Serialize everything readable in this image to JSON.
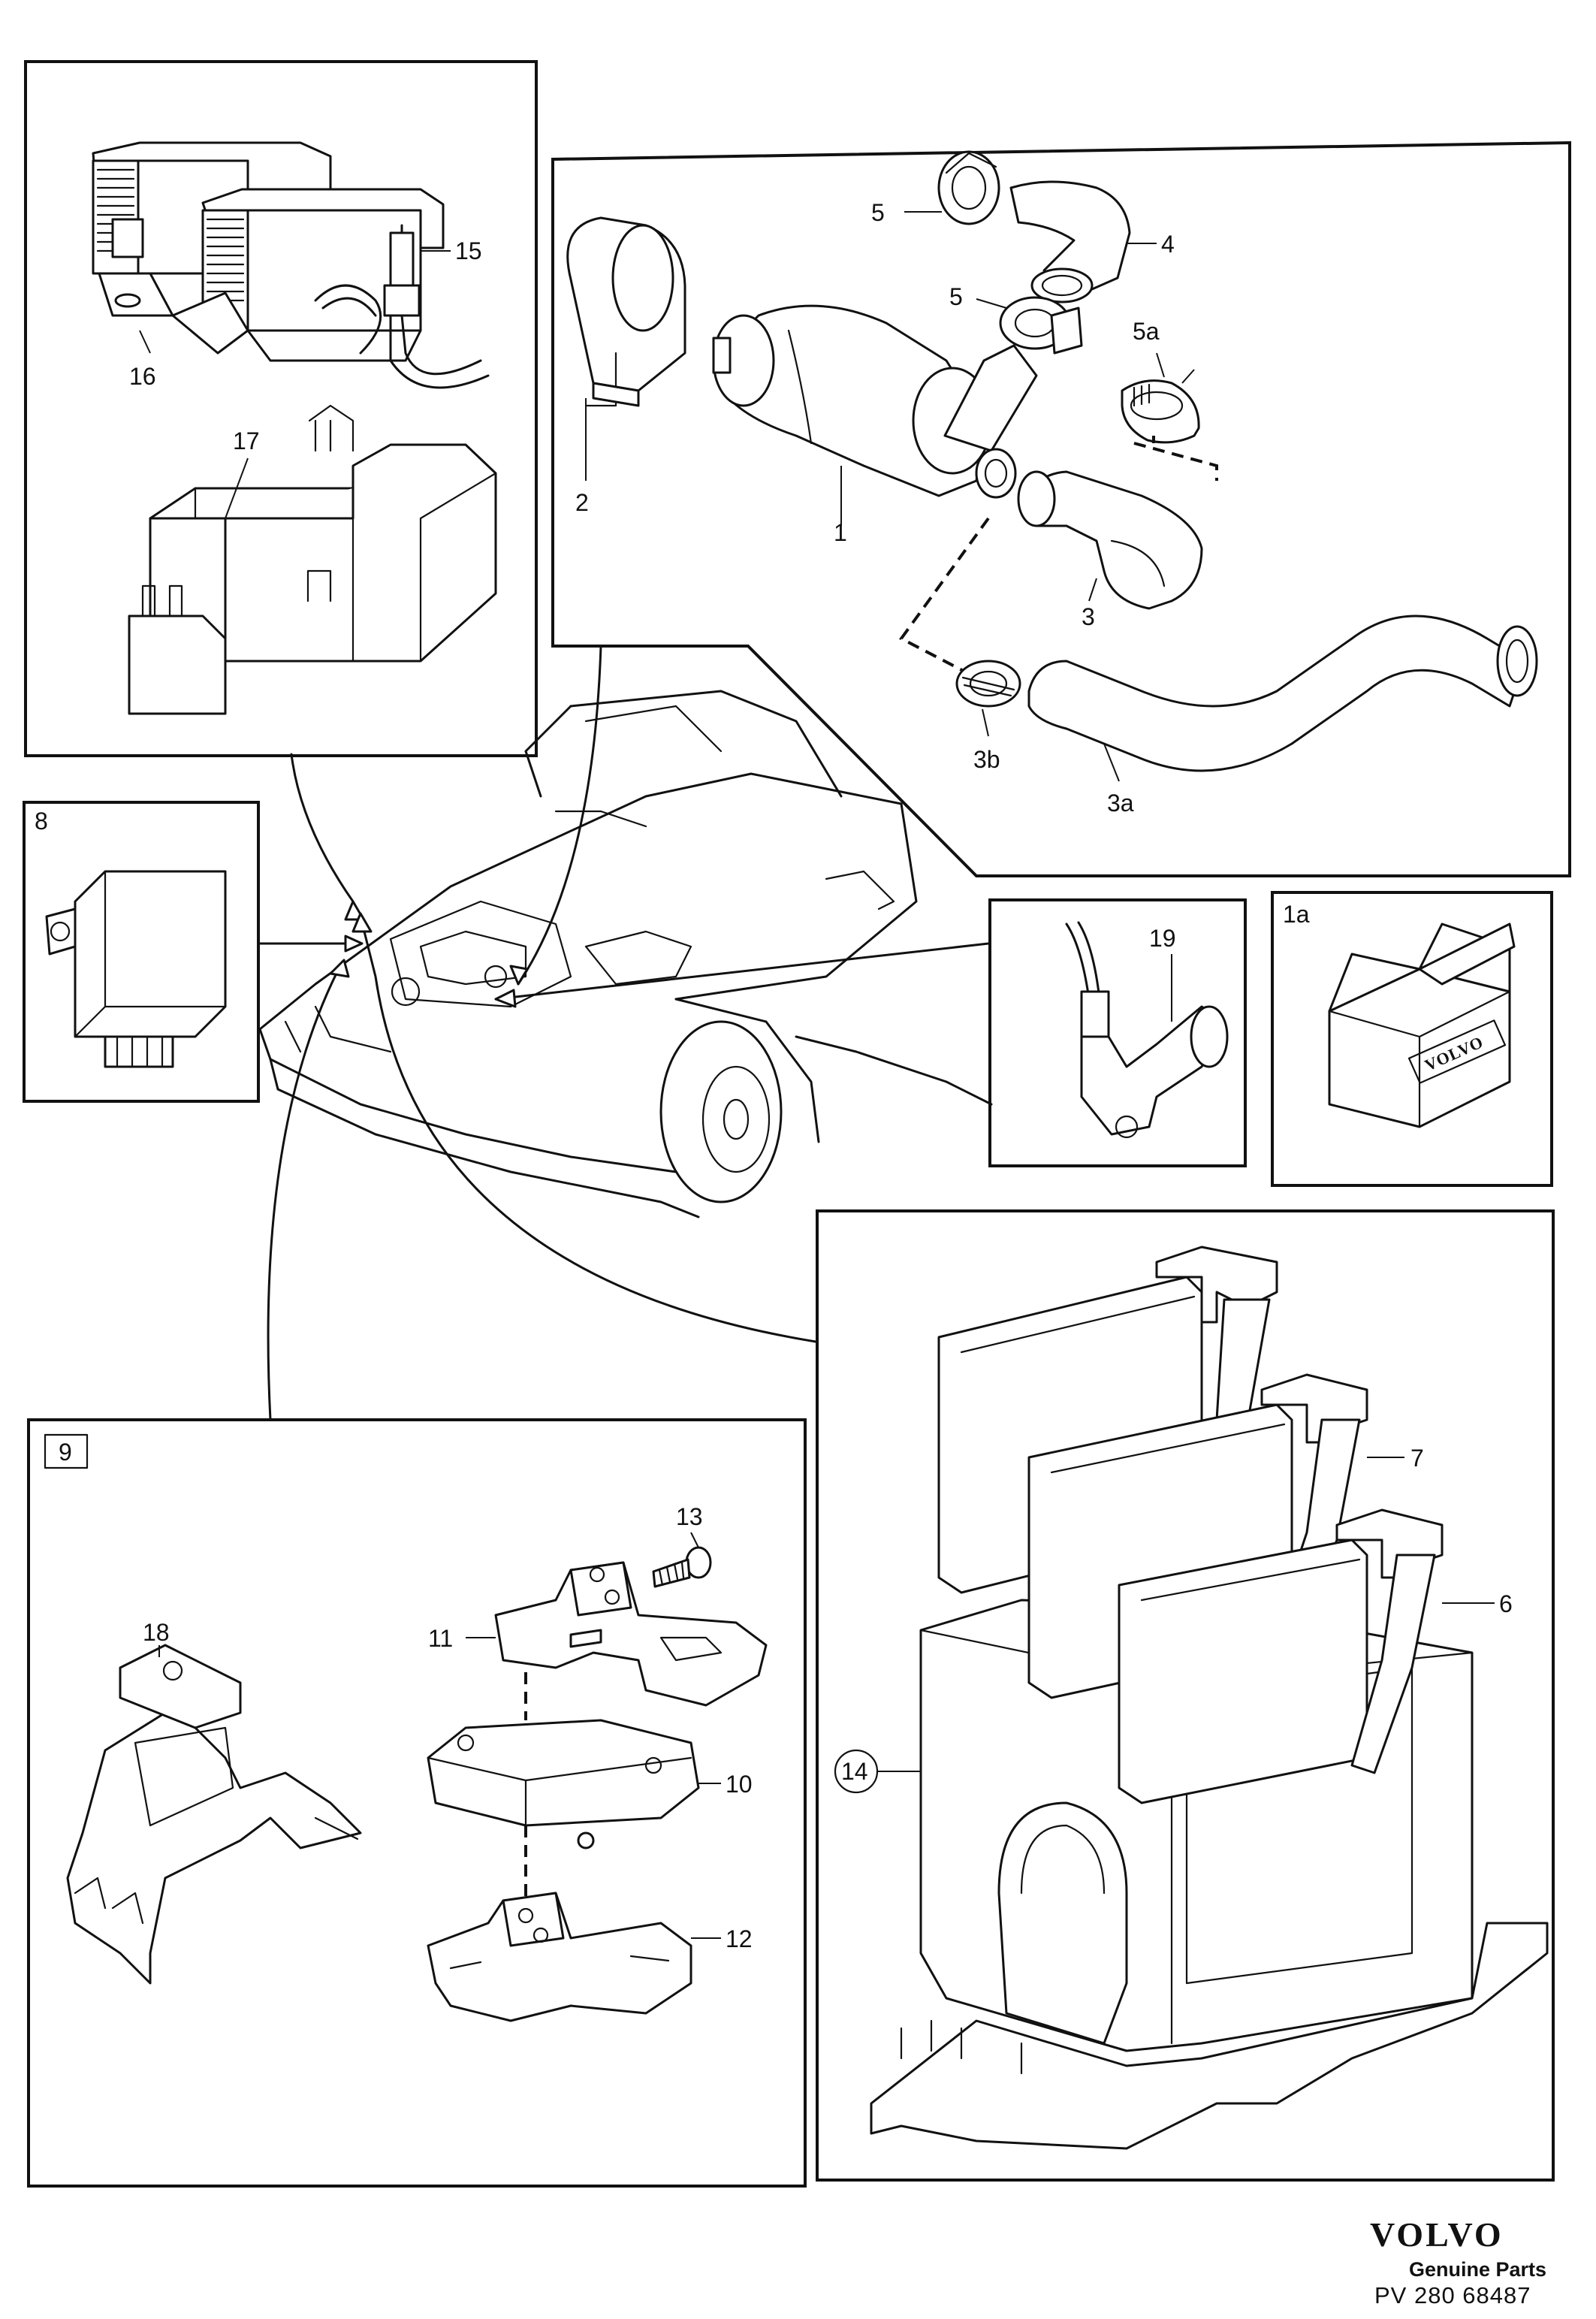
{
  "diagram": {
    "callouts": {
      "c1": "1",
      "c1a": "1a",
      "c2": "2",
      "c3": "3",
      "c3a": "3a",
      "c3b": "3b",
      "c4": "4",
      "c5_top": "5",
      "c5_mid": "5",
      "c5a": "5a",
      "c6": "6",
      "c7": "7",
      "c8": "8",
      "c9": "9",
      "c10": "10",
      "c11": "11",
      "c12": "12",
      "c13": "13",
      "c14": "14",
      "c15": "15",
      "c16": "16",
      "c17": "17",
      "c18": "18",
      "c19": "19"
    },
    "box_label": "VOLVO"
  },
  "footer": {
    "brand": "VOLVO",
    "subtitle": "Genuine Parts",
    "reference": "PV 280  68487"
  }
}
